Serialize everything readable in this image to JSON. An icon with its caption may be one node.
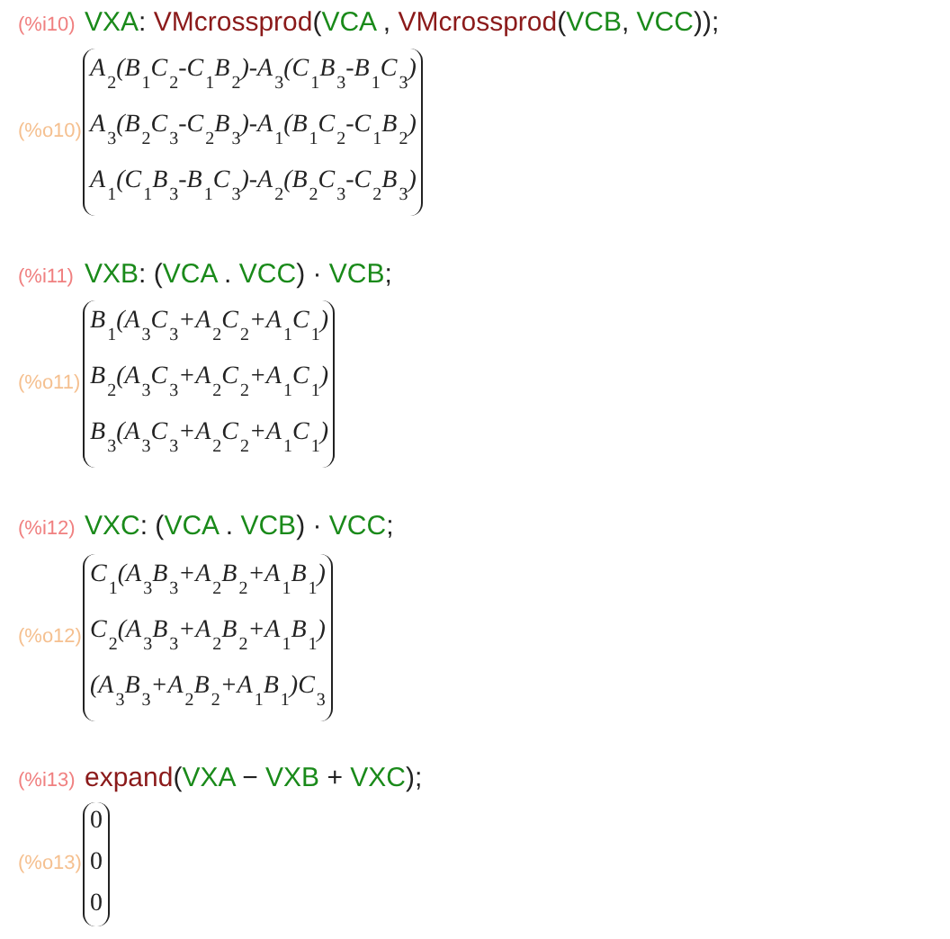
{
  "diagram": {
    "labels": [
      "(%i10)",
      "VXA: VMcrossprod(VCA , VMcrossprod(VCB, VCC));",
      "(%o10)",
      "A$_{2}$(B$_{1}$C$_{2}$-C$_{1}$B$_{2}$)-A$_{3}$(C$_{1}$B$_{3}$-B$_{1}$C$_{3}$)",
      "A$_{3}$(B$_{2}$C$_{3}$-C$_{2}$B$_{3}$)-A$_{1}$(B$_{1}$C$_{2}$-C$_{1}$B$_{2}$)",
      "A$_{1}$(C$_{1}$B$_{3}$-B$_{1}$C$_{3}$)-A$_{2}$(B$_{2}$C$_{3}$-C$_{2}$B$_{3}$)",
      "(%i11)",
      "VXB: (VCA . VCC) · VCB;",
      "(%o11)",
      "B$_{1}$(A$_{3}$C$_{3}$+A$_{2}$C$_{2}$+A$_{1}$C$_{1}$)",
      "B$_{2}$(A$_{3}$C$_{3}$+A$_{2}$C$_{2}$+A$_{1}$C$_{1}$)",
      "B$_{3}$(A$_{3}$C$_{3}$+A$_{2}$C$_{2}$+A$_{1}$C$_{1}$)",
      "(%i12)",
      "VXC: (VCA . VCB) · VCC;",
      "(%o12)",
      "C$_{1}$(A$_{3}$B$_{3}$+A$_{2}$B$_{2}$+A$_{1}$B$_{1}$)",
      "C$_{2}$(A$_{3}$B$_{3}$+A$_{2}$B$_{2}$+A$_{1}$B$_{1}$)",
      "(A$_{3}$B$_{3}$+A$_{2}$B$_{2}$+A$_{1}$B$_{1}$)C$_{3}$",
      "(%i13)",
      "expand(VXA − VXB + VXC);",
      "(%o13)",
      "0",
      "0",
      "0"
    ]
  }
}
